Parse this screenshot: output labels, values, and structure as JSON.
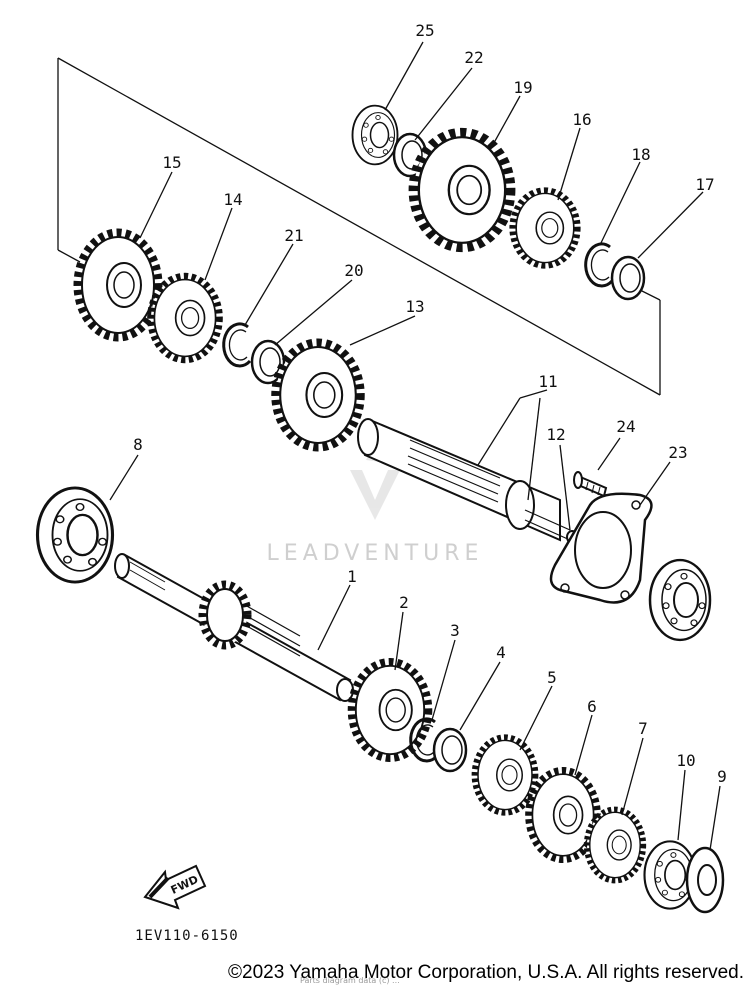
{
  "diagram": {
    "callouts": [
      "25",
      "22",
      "19",
      "16",
      "18",
      "17",
      "15",
      "14",
      "21",
      "20",
      "13",
      "11",
      "12",
      "24",
      "23",
      "8",
      "1",
      "2",
      "3",
      "4",
      "5",
      "6",
      "7",
      "10",
      "9"
    ],
    "part_code": "1EV110-6150",
    "fwd_label": "FWD",
    "watermark": "LEADVENTURE",
    "faint_text": "Parts diagram data (c) ...",
    "copyright": "©2023 Yamaha Motor Corporation, U.S.A. All rights reserved."
  }
}
